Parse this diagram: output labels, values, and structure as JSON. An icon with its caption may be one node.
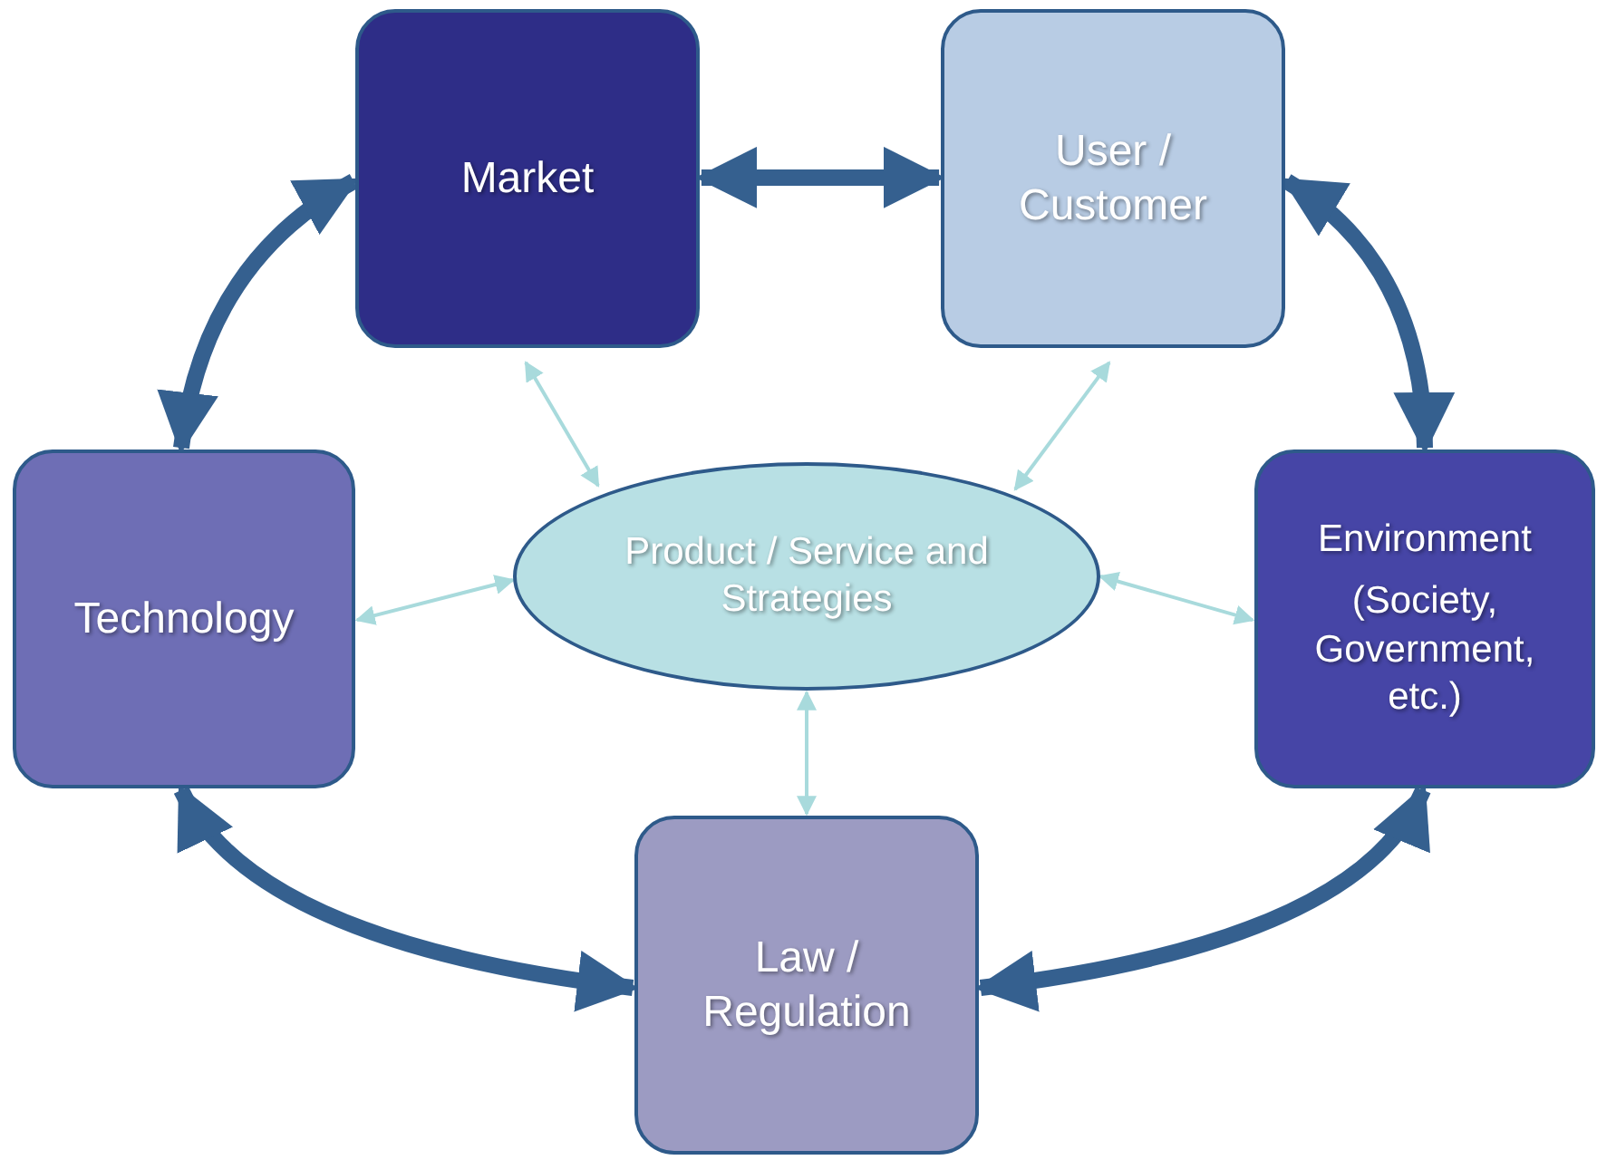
{
  "diagram": {
    "nodes": [
      {
        "text": [
          "Market"
        ]
      },
      {
        "text": [
          "User / Customer"
        ]
      },
      {
        "text": [
          "Environment",
          "(Society, Government, etc.)"
        ]
      },
      {
        "text": [
          "Law / Regulation"
        ]
      },
      {
        "text": [
          "Technology"
        ]
      },
      {
        "text": [
          "Product / Service and Strategies"
        ]
      }
    ],
    "edges": [
      {
        "from": 0,
        "to": 1,
        "arrow": "both",
        "style": "thick"
      },
      {
        "from": 0,
        "to": 4,
        "arrow": "both",
        "style": "thick"
      },
      {
        "from": 1,
        "to": 2,
        "arrow": "both",
        "style": "thick"
      },
      {
        "from": 2,
        "to": 3,
        "arrow": "both",
        "style": "thick"
      },
      {
        "from": 4,
        "to": 3,
        "arrow": "both",
        "style": "thick"
      },
      {
        "from": 5,
        "to": 0,
        "arrow": "both",
        "color": "#a8dadc"
      },
      {
        "from": 5,
        "to": 1,
        "arrow": "both",
        "color": "#a8dadc"
      },
      {
        "from": 5,
        "to": 2,
        "arrow": "both",
        "color": "#a8dadc"
      },
      {
        "from": 5,
        "to": 3,
        "arrow": "both",
        "color": "#a8dadc"
      },
      {
        "from": 5,
        "to": 4,
        "arrow": "both",
        "color": "#a8dadc"
      }
    ]
  }
}
